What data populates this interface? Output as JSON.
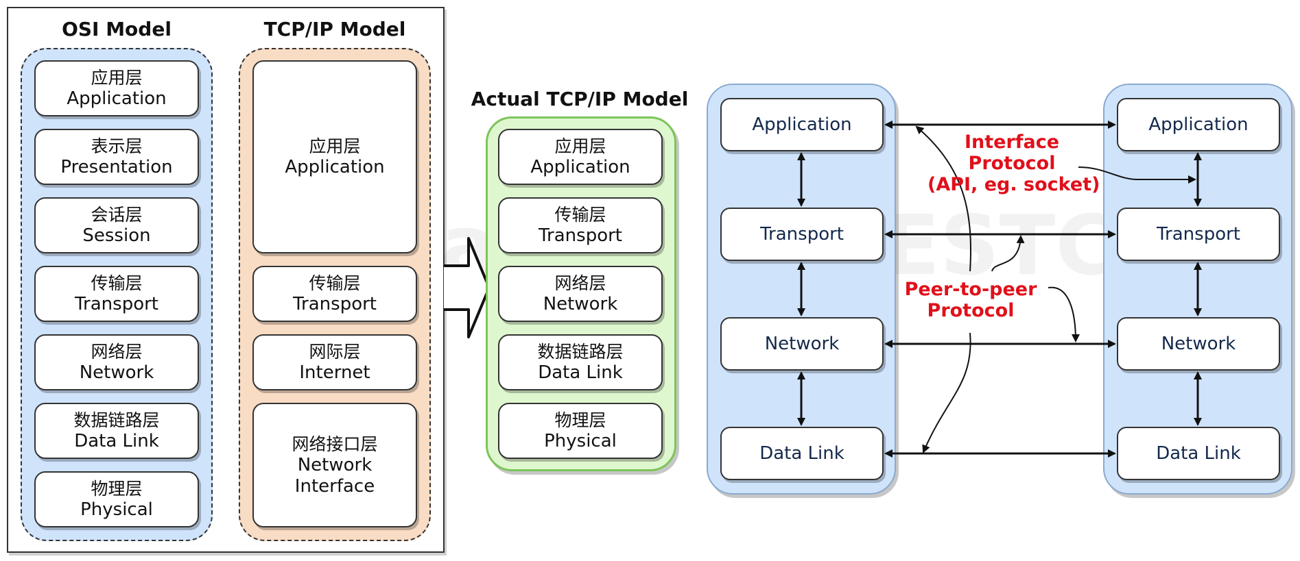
{
  "osi": {
    "title": "OSI Model",
    "layers": [
      {
        "zh": "应用层",
        "en": "Application"
      },
      {
        "zh": "表示层",
        "en": "Presentation"
      },
      {
        "zh": "会话层",
        "en": "Session"
      },
      {
        "zh": "传输层",
        "en": "Transport"
      },
      {
        "zh": "网络层",
        "en": "Network"
      },
      {
        "zh": "数据链路层",
        "en": "Data Link"
      },
      {
        "zh": "物理层",
        "en": "Physical"
      }
    ]
  },
  "tcpip": {
    "title": "TCP/IP Model",
    "layers": [
      {
        "zh": "应用层",
        "en": "Application"
      },
      {
        "zh": "传输层",
        "en": "Transport"
      },
      {
        "zh": "网际层",
        "en": "Internet"
      },
      {
        "zh": "网络接口层",
        "en1": "Network",
        "en2": "Interface"
      }
    ]
  },
  "actual": {
    "title": "Actual TCP/IP Model",
    "layers": [
      {
        "zh": "应用层",
        "en": "Application"
      },
      {
        "zh": "传输层",
        "en": "Transport"
      },
      {
        "zh": "网络层",
        "en": "Network"
      },
      {
        "zh": "数据链路层",
        "en": "Data Link"
      },
      {
        "zh": "物理层",
        "en": "Physical"
      }
    ]
  },
  "peers": {
    "left": [
      "Application",
      "Transport",
      "Network",
      "Data Link"
    ],
    "right": [
      "Application",
      "Transport",
      "Network",
      "Data Link"
    ]
  },
  "annotations": {
    "interface": [
      "Interface",
      "Protocol",
      "(API, eg. socket)"
    ],
    "peer": [
      "Peer-to-peer",
      "Protocol"
    ]
  },
  "watermark": "ZhangX @ UESTC"
}
